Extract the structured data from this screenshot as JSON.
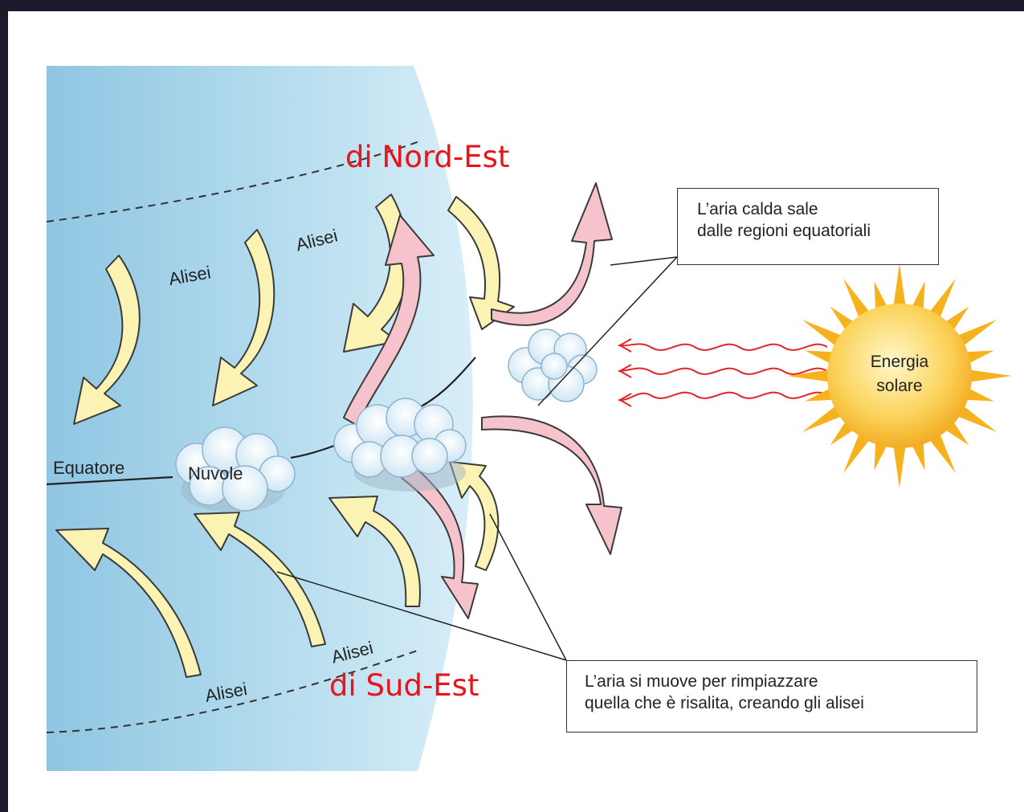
{
  "labels": {
    "alisei_1": "Alisei",
    "alisei_2": "Alisei",
    "alisei_3": "Alisei",
    "alisei_4": "Alisei",
    "equatore": "Equatore",
    "nuvole": "Nuvole",
    "energia": "Energia",
    "solare": "solare",
    "nord_est": "di Nord-Est",
    "sud_est": "di Sud-Est"
  },
  "callouts": {
    "top_line1": "L’aria calda sale",
    "top_line2": "dalle regioni equatoriali",
    "bottom_line1": "L’aria si muove per rimpiazzare",
    "bottom_line2": "quella che è risalita, creando gli alisei"
  },
  "colors": {
    "frame": "#1c1b2b",
    "ocean": "#a9d6ec",
    "trade_wind_arrow": "#fbf3b4",
    "rising_air_arrow": "#f6c3cc",
    "sun": "#f6b21c",
    "radiation": "#e5232a",
    "overlay_text": "#e8141a"
  },
  "icons": {
    "sun": "sun-icon",
    "cloud": "cloud-icon",
    "arrow": "curved-arrow-icon"
  }
}
